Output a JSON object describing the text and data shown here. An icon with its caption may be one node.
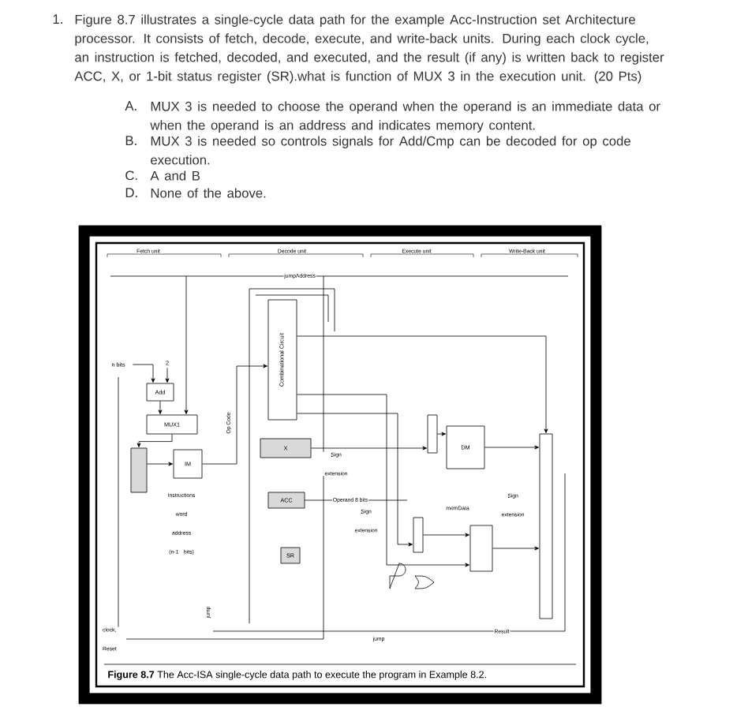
{
  "diagram": {
    "caption": "**Figure 8.7** The Acc-ISA single-cycle data path to execute the program in Example 8.2.",
    "nodes": [
      {
        "text": [
          "Combinational Circuit"
        ]
      },
      {
        "text": [
          "Add"
        ]
      },
      {
        "text": [
          "MUX1"
        ]
      },
      {
        "text": [
          "X"
        ]
      },
      {
        "text": [],
        "shape": "box"
      },
      {
        "text": [
          "IM"
        ]
      },
      {
        "text": [
          "ACC"
        ]
      },
      {
        "text": [
          "DM"
        ]
      },
      {
        "text": [],
        "shape": "box"
      },
      {
        "text": [],
        "shape": "box"
      },
      {
        "text": [],
        "shape": "box"
      },
      {
        "text": [],
        "shape": "box"
      },
      {
        "text": [
          "SR"
        ]
      },
      {
        "text": [
          "n bits"
        ]
      },
      {
        "text": [
          "2"
        ]
      }
    ],
    "edges": [
      {
        "from": 1,
        "to": 2,
        "arrow": "to"
      },
      {
        "from": 2,
        "to": 4,
        "arrow": "to"
      },
      {
        "from": 4,
        "to": 5,
        "arrow": "to"
      },
      {
        "from": 8,
        "to": 7,
        "arrow": "to"
      },
      {
        "from": 9,
        "to": 10,
        "arrow": "to"
      },
      {
        "from": 10,
        "to": 11,
        "arrow": "to"
      },
      {
        "from": 7,
        "to": 11,
        "arrow": "to"
      },
      {
        "from": 0,
        "to": 11,
        "arrow": "to"
      },
      {
        "from": 0,
        "to": 10,
        "arrow": "to"
      },
      {
        "from": 0,
        "to": 9,
        "arrow": "to"
      },
      {
        "from": 3,
        "to": 8,
        "arrow": "to"
      },
      {
        "from": 13,
        "to": 1,
        "arrow": "to"
      },
      {
        "from": 14,
        "to": 1,
        "arrow": "to"
      },
      {
        "from": null,
        "to": 2,
        "arrow": "to"
      },
      {
        "from": 5,
        "to": 0,
        "arrow": "to"
      }
    ],
    "labels": [
      "1.",
      "Figure 8.7 illustrates a single-cycle data path for the example Acc-Instruction set Architecture processor. It consists of fetch, decode, execute, and write-back units. During each clock cycle, an instruction is fetched, decoded, and executed, and the result (if any) is written back to register ACC, X, or 1-bit status register (SR).what is function of MUX 3 in the execution unit. (20 Pts)",
      "A.",
      "MUX 3 is needed to choose the operand when the operand is an immediate data or when the operand is an address and indicates memory content.",
      "B.",
      "MUX 3 is needed so controls signals for Add/Cmp can be decoded for op code execution.",
      "C.",
      "A and B",
      "D.",
      "None of the above.",
      "Fetch unit",
      "Decode unit",
      "Execute unit",
      "Write-Back unit",
      "jumpAddress",
      "Op Code",
      "Sign extension",
      "Operand 8 bits",
      "Instructions word address (n-1 bits)",
      "memData",
      "Sign extension",
      "Sign extension",
      "jump",
      "jump",
      "Result",
      "clock, Reset"
    ]
  }
}
